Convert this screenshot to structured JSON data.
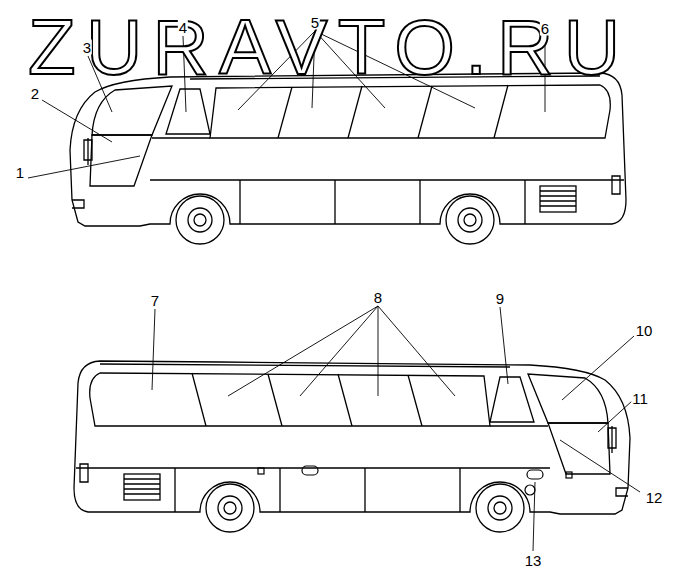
{
  "diagram": {
    "labels": [
      "ZURAVTO.RU",
      "4",
      "5",
      "3",
      "6",
      "2",
      "1",
      "7",
      "8",
      "9",
      "10",
      "11",
      "12",
      "13"
    ]
  }
}
